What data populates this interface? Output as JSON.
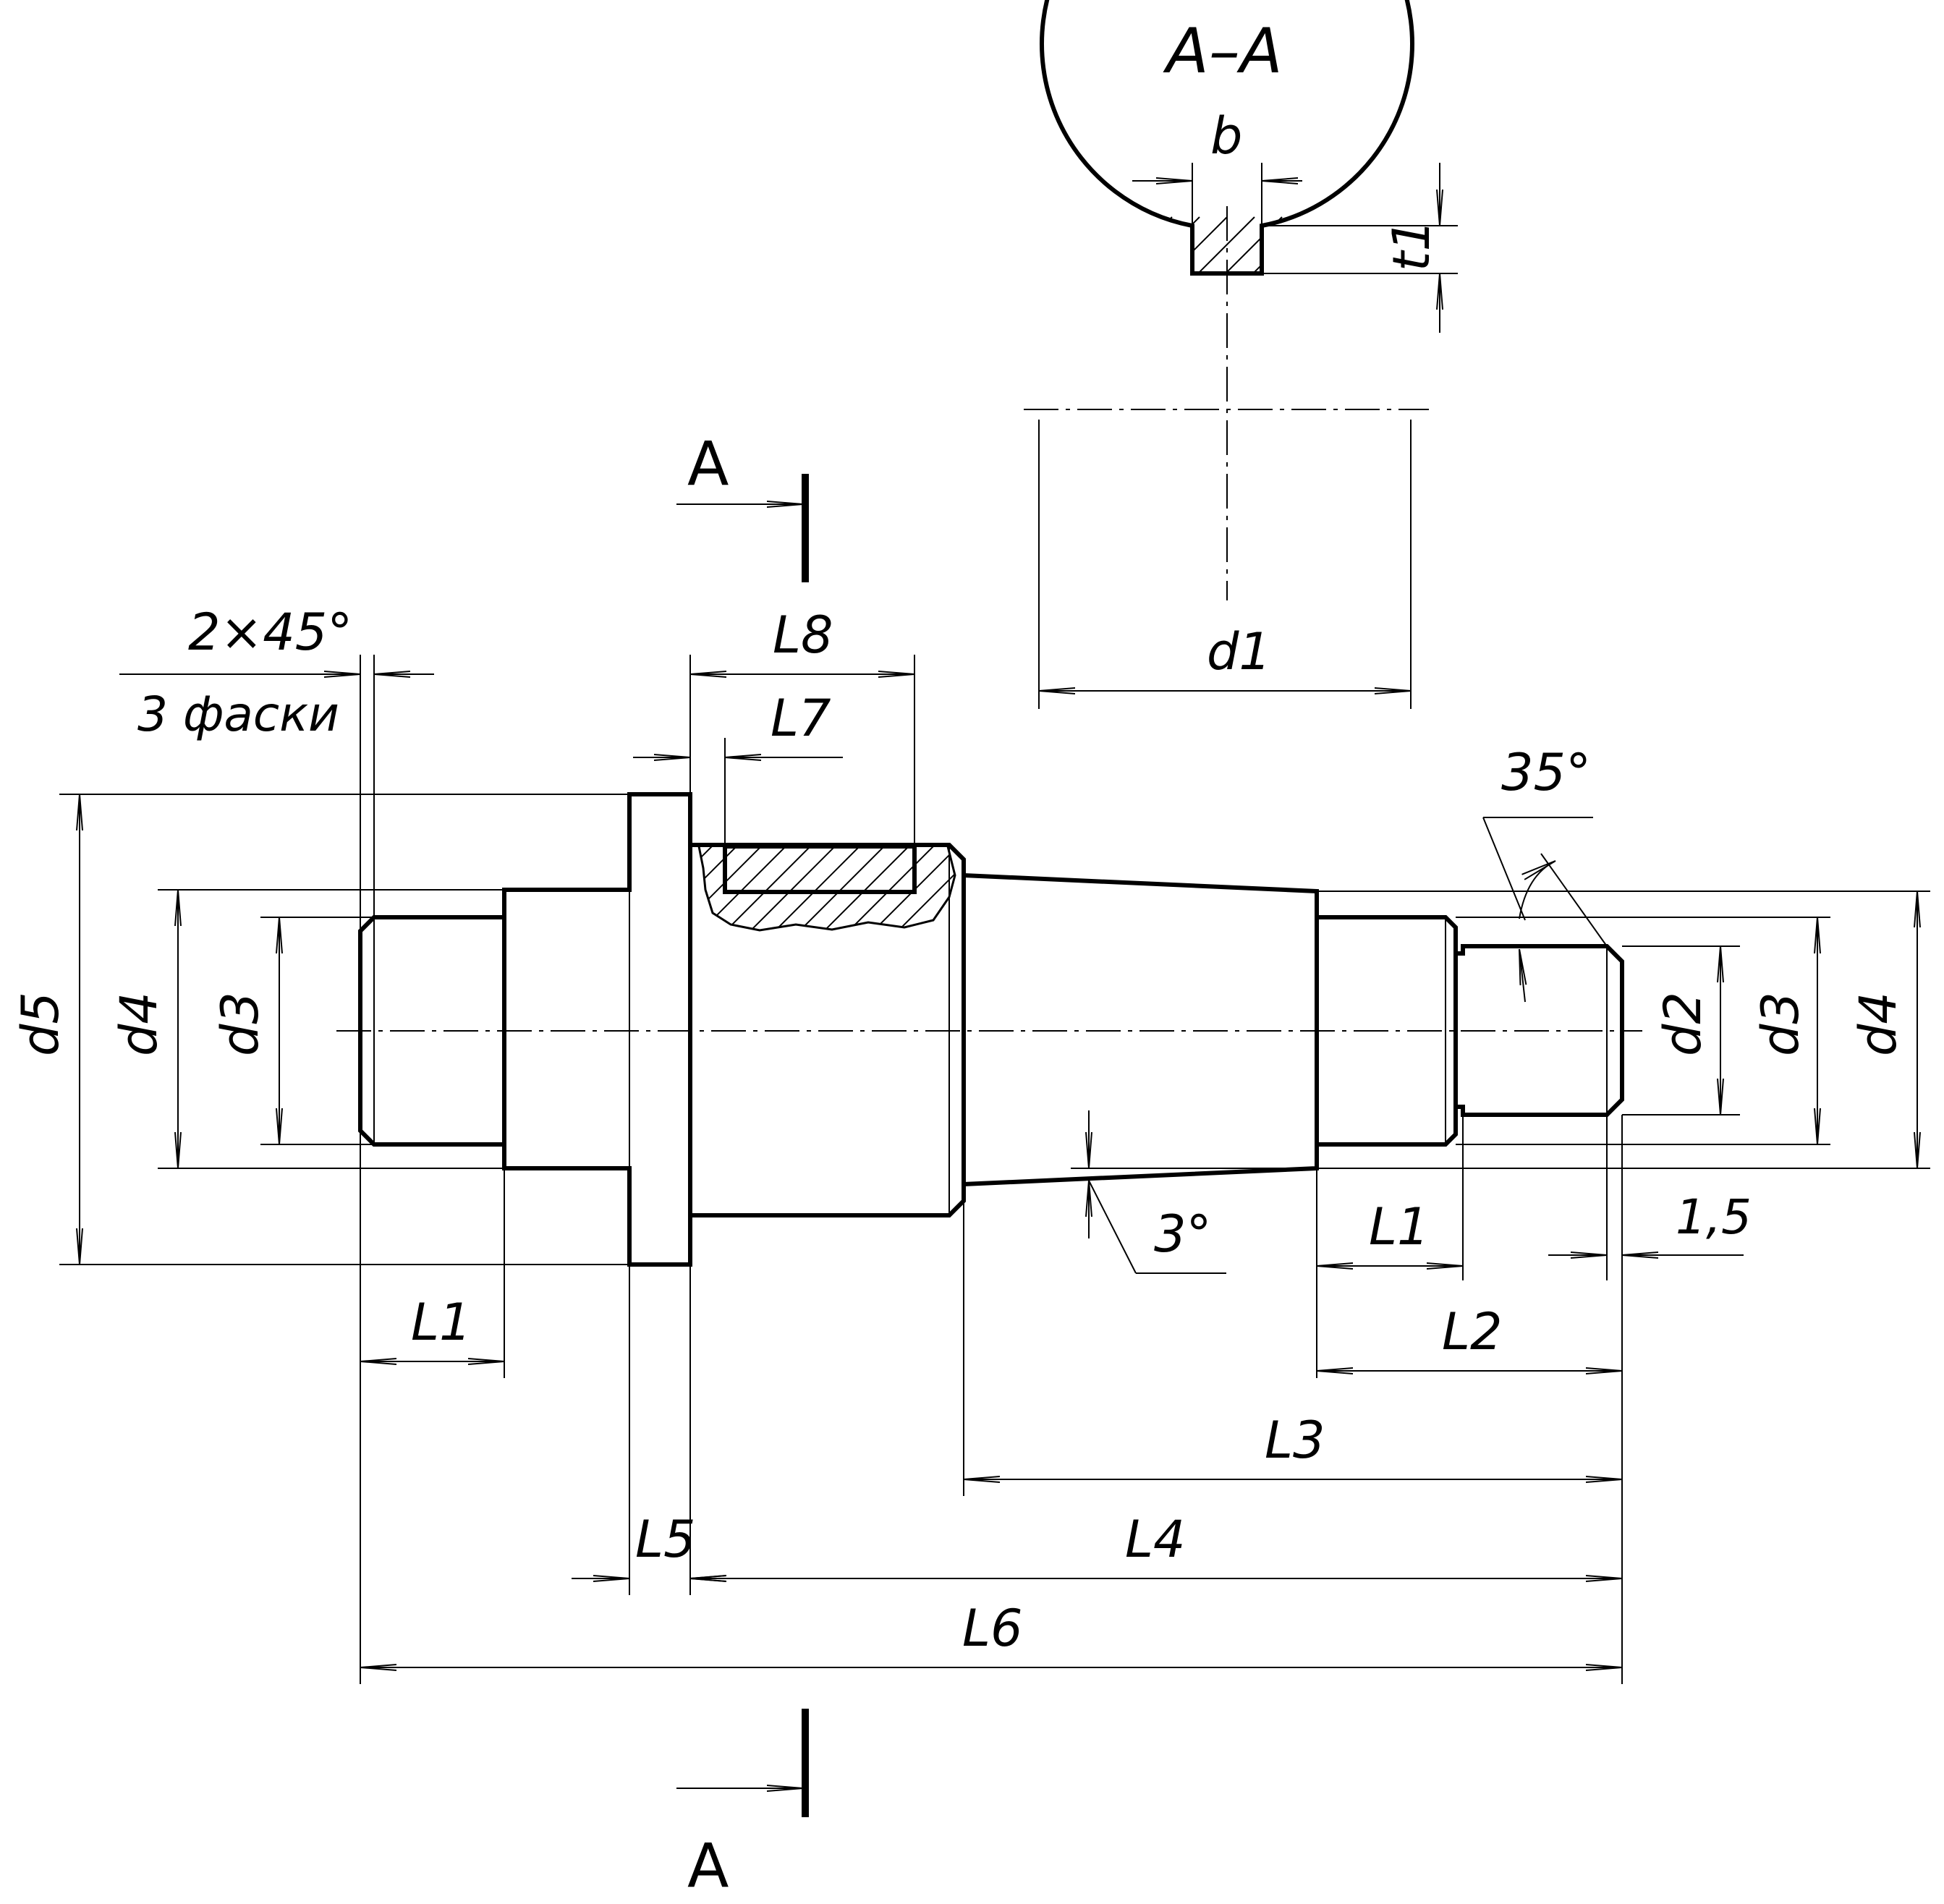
{
  "section_title": "A–A",
  "cut_label_top": "A",
  "cut_label_bottom": "A",
  "section": {
    "b": "b",
    "t1": "t1",
    "d1": "d1"
  },
  "chamfer": {
    "size": "2×45°",
    "note": "3 фаски"
  },
  "lengths": {
    "L1_left": "L1",
    "L1_right": "L1",
    "L2": "L2",
    "L3": "L3",
    "L4": "L4",
    "L5": "L5",
    "L6": "L6",
    "L7": "L7",
    "L8": "L8",
    "groove": "1,5"
  },
  "diameters": {
    "d5": "d5",
    "d4_left": "d4",
    "d3_left": "d3",
    "d2": "d2",
    "d3_right": "d3",
    "d4_right": "d4"
  },
  "angles": {
    "thread": "35°",
    "taper": "3°"
  }
}
